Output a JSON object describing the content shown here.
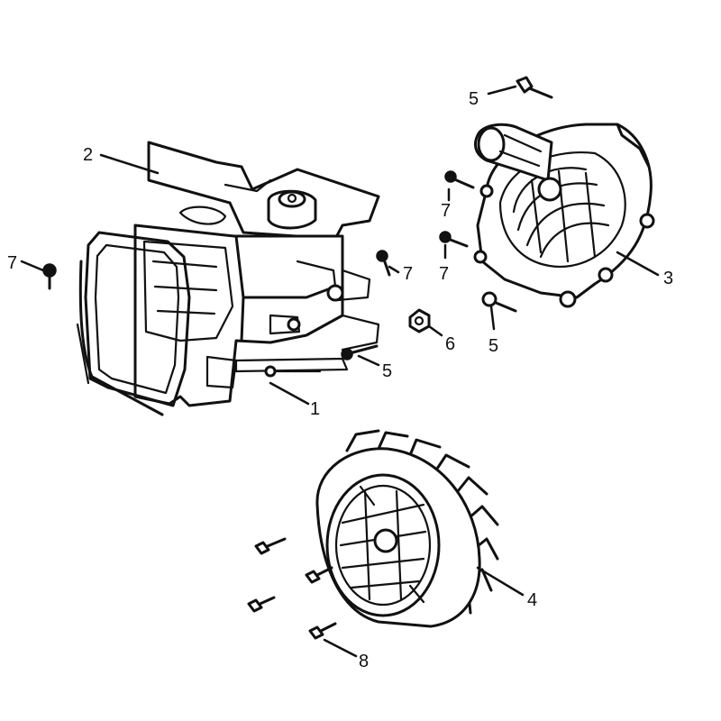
{
  "callouts": {
    "c1": "1",
    "c2": "2",
    "c3": "3",
    "c4": "4",
    "c5a": "5",
    "c5b": "5",
    "c5c": "5",
    "c6": "6",
    "c7a": "7",
    "c7b": "7",
    "c7c": "7",
    "c7d": "7",
    "c8": "8"
  }
}
